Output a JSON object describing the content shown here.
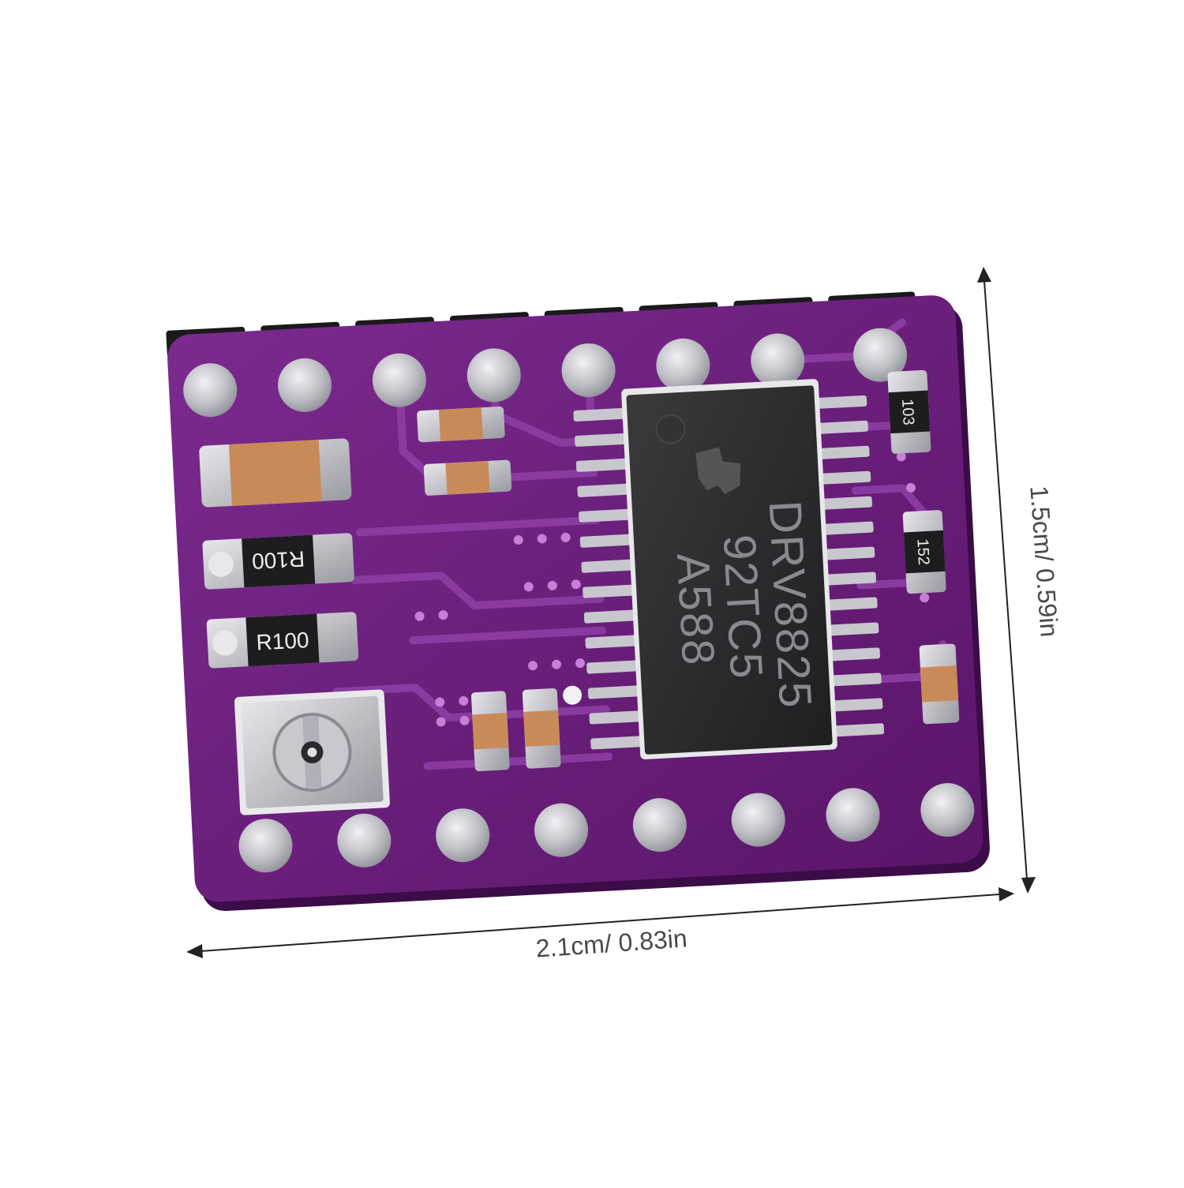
{
  "product": {
    "chip": {
      "line1": "DRV8825",
      "line2": "92TC5",
      "line3": "A588"
    },
    "resistors": {
      "r1": "R100",
      "r2": "R100",
      "r3": "103",
      "r4": "152"
    }
  },
  "dimensions": {
    "width_label": "2.1cm/ 0.83in",
    "height_label": "1.5cm/ 0.59in"
  },
  "colors": {
    "pcb": "#6a1e7c",
    "pcb_dark": "#4f1160",
    "trace": "#8a3aa0",
    "pad": "#c9c9cf",
    "chip": "#2a2a2c",
    "header": "#1a1a1a",
    "capacitor": "#c98a5a"
  }
}
